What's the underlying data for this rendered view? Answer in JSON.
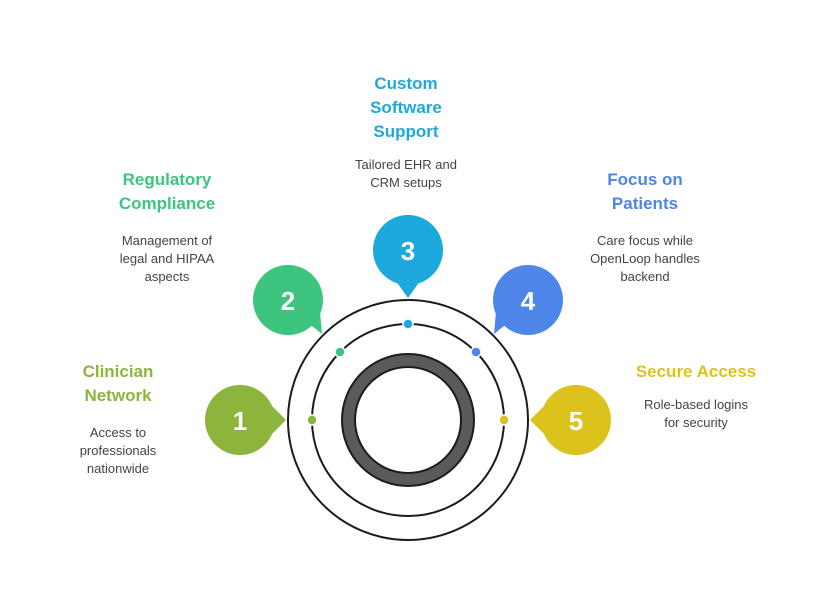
{
  "steps": [
    {
      "number": "1",
      "title": "Clinician\nNetwork",
      "description": "Access to\nprofessionals\nnationwide",
      "color": "#8db43c",
      "icon": "speech-bubble-left"
    },
    {
      "number": "2",
      "title": "Regulatory\nCompliance",
      "description": "Management of\nlegal and HIPAA\naspects",
      "color": "#3dc47e",
      "icon": "speech-bubble-down-right"
    },
    {
      "number": "3",
      "title": "Custom\nSoftware\nSupport",
      "description": "Tailored EHR and\nCRM setups",
      "color": "#1ea9dd",
      "icon": "speech-bubble-down"
    },
    {
      "number": "4",
      "title": "Focus on\nPatients",
      "description": "Care focus while\nOpenLoop handles\nbackend",
      "color": "#4d86e8",
      "icon": "speech-bubble-down-left"
    },
    {
      "number": "5",
      "title": "Secure Access",
      "description": "Role-based logins\nfor security",
      "color": "#dcc21c",
      "icon": "speech-bubble-right"
    }
  ],
  "hub": {
    "ring_color": "#5a5a5a",
    "outline_color": "#1c1c1c"
  }
}
